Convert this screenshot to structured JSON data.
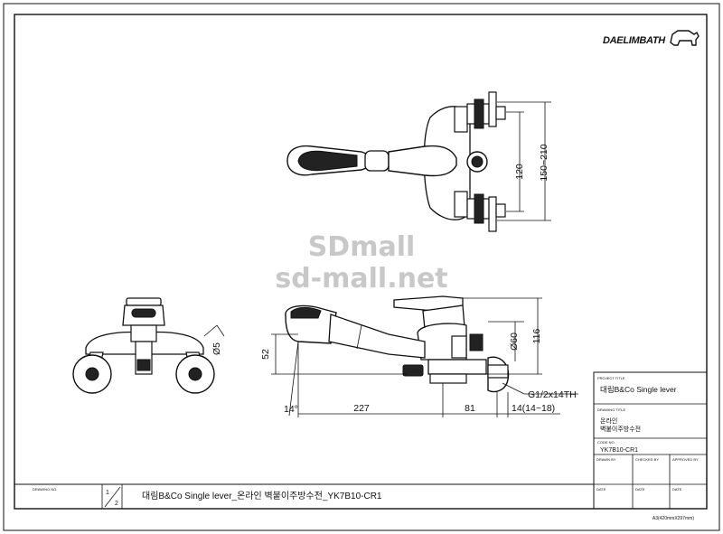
{
  "brand": {
    "logo_text": "DAELIMBATH"
  },
  "watermark": {
    "line1": "SDmall",
    "line2": "sd-mall.net"
  },
  "dimensions": {
    "d120": "120",
    "d150_210": "150~210",
    "d116": "116",
    "d60": "Ø60",
    "d52": "52",
    "d227": "227",
    "d81": "81",
    "d14": "14(14~18)",
    "thread": "G1/2x14TH",
    "angle": "14°",
    "phi5": "Ø5"
  },
  "title_block": {
    "project_title_label": "PROJECT TITLE",
    "project_title": "대림B&Co Single lever",
    "drawing_title_label": "DRAWING TITLE",
    "drawing_title_line1": "온라인",
    "drawing_title_line2": "벽붙이주방수전",
    "code_no_label": "CODE NO.",
    "code_no": "YK7B10-CR1",
    "drawn_by": "DRAWN BY",
    "checked_by": "CHECKED BY",
    "approved_by": "APPROVED BY",
    "date1": "DATE",
    "date2": "DATE",
    "date3": "DATE"
  },
  "bottom_bar": {
    "drawing_no_label": "DRAWING NO.",
    "sheet_num": "1",
    "sheet_den": "2",
    "drawing_name": "대림B&Co Single lever_온라인 벽붙이주방수전_YK7B10-CR1"
  },
  "paper_size": "A3(420mmX297mm)"
}
